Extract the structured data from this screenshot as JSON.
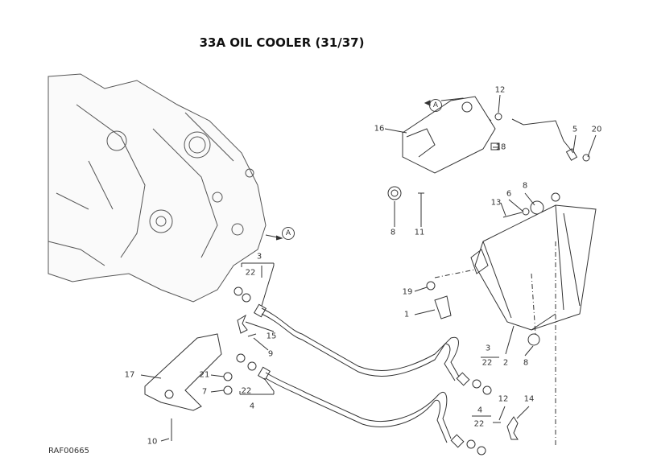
{
  "title": "33A OIL COOLER (31/37)",
  "drawing_code": "RAF00665",
  "reference_marks": [
    "A",
    "A"
  ],
  "callouts": [
    "12",
    "16",
    "5",
    "20",
    "18",
    "8",
    "11",
    "13",
    "6",
    "8",
    "3",
    "22",
    "19",
    "1",
    "15",
    "9",
    "2",
    "8",
    "3",
    "22",
    "17",
    "21",
    "7",
    "22",
    "4",
    "12",
    "14",
    "4",
    "22",
    "10"
  ]
}
